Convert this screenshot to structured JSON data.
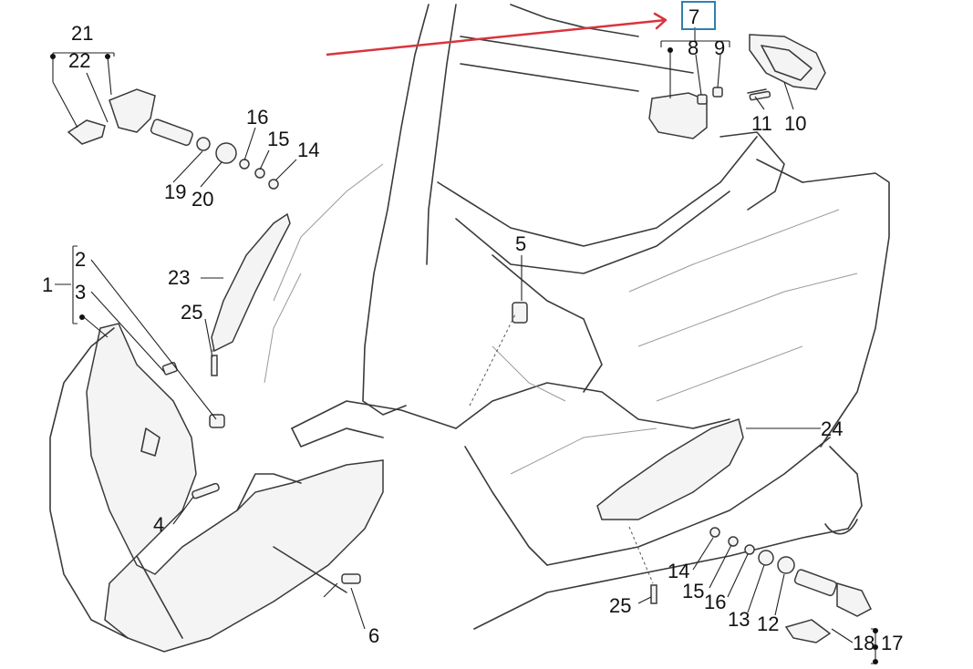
{
  "colors": {
    "arrow": "#d9343c",
    "highlight_box": "#2f7fb0",
    "line": "#3a3a3a",
    "text": "#111111"
  },
  "labels": {
    "p1": "1",
    "p2": "2",
    "p3": "3",
    "p4": "4",
    "p5": "5",
    "p6": "6",
    "p7": "7",
    "p8": "8",
    "p9": "9",
    "p10": "10",
    "p11": "11",
    "p12": "12",
    "p13": "13",
    "p14a": "14",
    "p14b": "14",
    "p15a": "15",
    "p15b": "15",
    "p16a": "16",
    "p16b": "16",
    "p17": "17",
    "p18": "18",
    "p19": "19",
    "p20": "20",
    "p21": "21",
    "p22": "22",
    "p23": "23",
    "p24": "24",
    "p25a": "25",
    "p25b": "25"
  },
  "highlight": {
    "part": "7"
  }
}
